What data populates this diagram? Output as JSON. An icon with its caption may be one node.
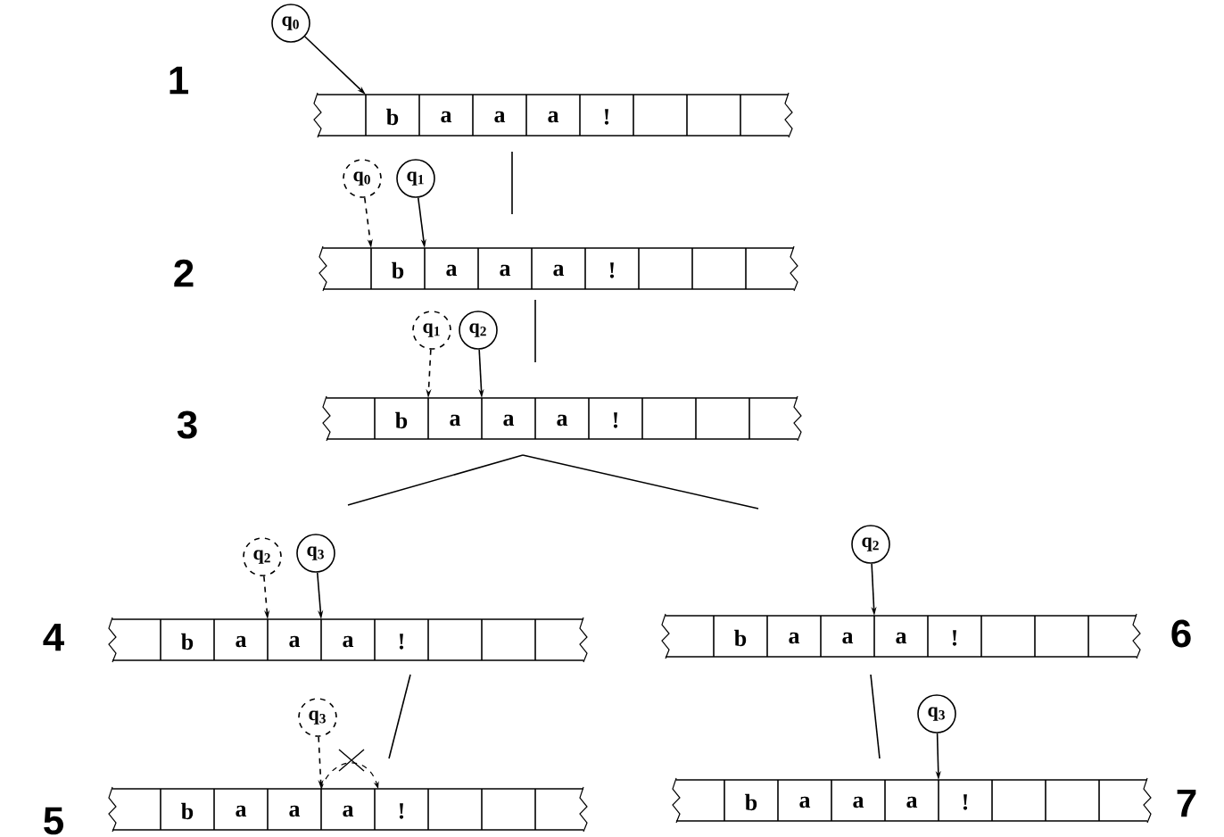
{
  "diagram": {
    "nodes": [
      {
        "text": [
          "b",
          "a",
          "a",
          "a",
          "!"
        ],
        "beside": [
          "1"
        ]
      },
      {
        "text": [
          "q$_{0}$"
        ]
      },
      {
        "text": [
          "b",
          "a",
          "a",
          "a",
          "!"
        ],
        "beside": [
          "2"
        ]
      },
      {
        "text": [
          "q$_{0}$"
        ]
      },
      {
        "text": [
          "q$_{1}$"
        ]
      },
      {
        "text": [
          "b",
          "a",
          "a",
          "a",
          "!"
        ],
        "beside": [
          "3"
        ]
      },
      {
        "text": [
          "q$_{1}$"
        ]
      },
      {
        "text": [
          "q$_{2}$"
        ]
      },
      {
        "text": [
          "b",
          "a",
          "a",
          "a",
          "!"
        ],
        "beside": [
          "4"
        ]
      },
      {
        "text": [
          "q$_{2}$"
        ]
      },
      {
        "text": [
          "q$_{3}$"
        ]
      },
      {
        "text": [
          "b",
          "a",
          "a",
          "a",
          "!"
        ],
        "beside": [
          "5"
        ]
      },
      {
        "text": [
          "q$_{3}$"
        ]
      },
      {
        "text": [
          "b",
          "a",
          "a",
          "a",
          "!"
        ],
        "beside": [
          "6"
        ]
      },
      {
        "text": [
          "q$_{2}$"
        ]
      },
      {
        "text": [
          "b",
          "a",
          "a",
          "a",
          "!"
        ],
        "beside": [
          "7"
        ]
      },
      {
        "text": [
          "q$_{3}$"
        ]
      }
    ],
    "edges": [
      {
        "from": 1,
        "to": 0,
        "arrow": "to"
      },
      {
        "from": 3,
        "to": 2,
        "arrow": "to",
        "style": "dashed"
      },
      {
        "from": 4,
        "to": 2,
        "arrow": "to"
      },
      {
        "from": 6,
        "to": 5,
        "arrow": "to",
        "style": "dashed"
      },
      {
        "from": 7,
        "to": 5,
        "arrow": "to"
      },
      {
        "from": 9,
        "to": 8,
        "arrow": "to",
        "style": "dashed"
      },
      {
        "from": 10,
        "to": 8,
        "arrow": "to"
      },
      {
        "from": 12,
        "to": 11,
        "arrow": "to",
        "style": "dashed"
      },
      {
        "from": 14,
        "to": 13,
        "arrow": "to"
      },
      {
        "from": 16,
        "to": 15,
        "arrow": "to"
      },
      {
        "from": 0,
        "to": 2,
        "arrow": "none"
      },
      {
        "from": 2,
        "to": 5,
        "arrow": "none"
      },
      {
        "from": 5,
        "to": null,
        "arrow": "none"
      },
      {
        "from": 5,
        "to": null,
        "arrow": "none"
      },
      {
        "from": 8,
        "to": 11,
        "arrow": "none"
      },
      {
        "from": 13,
        "to": 15,
        "arrow": "none"
      }
    ]
  }
}
